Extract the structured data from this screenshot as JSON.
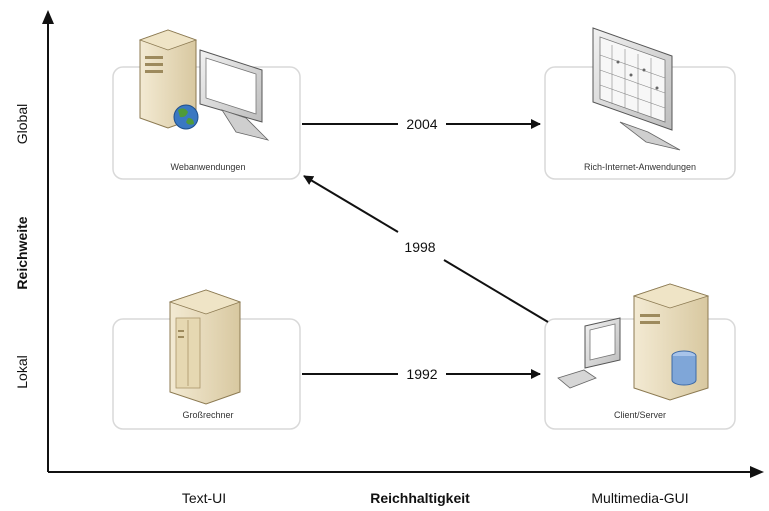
{
  "axes": {
    "y_title": "Reichweite",
    "y_low": "Lokal",
    "y_high": "Global",
    "x_title": "Reichhaltigkeit",
    "x_low": "Text-UI",
    "x_high": "Multimedia-GUI"
  },
  "nodes": {
    "web": {
      "label": "Webanwendungen",
      "icon": "web-server-globe-icon"
    },
    "ria": {
      "label": "Rich-Internet-Anwendungen",
      "icon": "rich-monitor-icon"
    },
    "mainframe": {
      "label": "Großrechner",
      "icon": "mainframe-icon"
    },
    "clientserver": {
      "label": "Client/Server",
      "icon": "client-server-icon"
    }
  },
  "transitions": {
    "t1992": {
      "year": "1992",
      "from": "Großrechner",
      "to": "Client/Server"
    },
    "t1998": {
      "year": "1998",
      "from": "Client/Server",
      "to": "Webanwendungen"
    },
    "t2004": {
      "year": "2004",
      "from": "Webanwendungen",
      "to": "Rich-Internet-Anwendungen"
    }
  },
  "colors": {
    "box_border": "#d9d9d9",
    "tower": "#e8dcc0",
    "tower_dark": "#b9a57c",
    "monitor": "#dcdcdc",
    "globe_blue": "#3a78c2",
    "globe_green": "#4f9a3a",
    "cylinder": "#7fa6d8"
  }
}
